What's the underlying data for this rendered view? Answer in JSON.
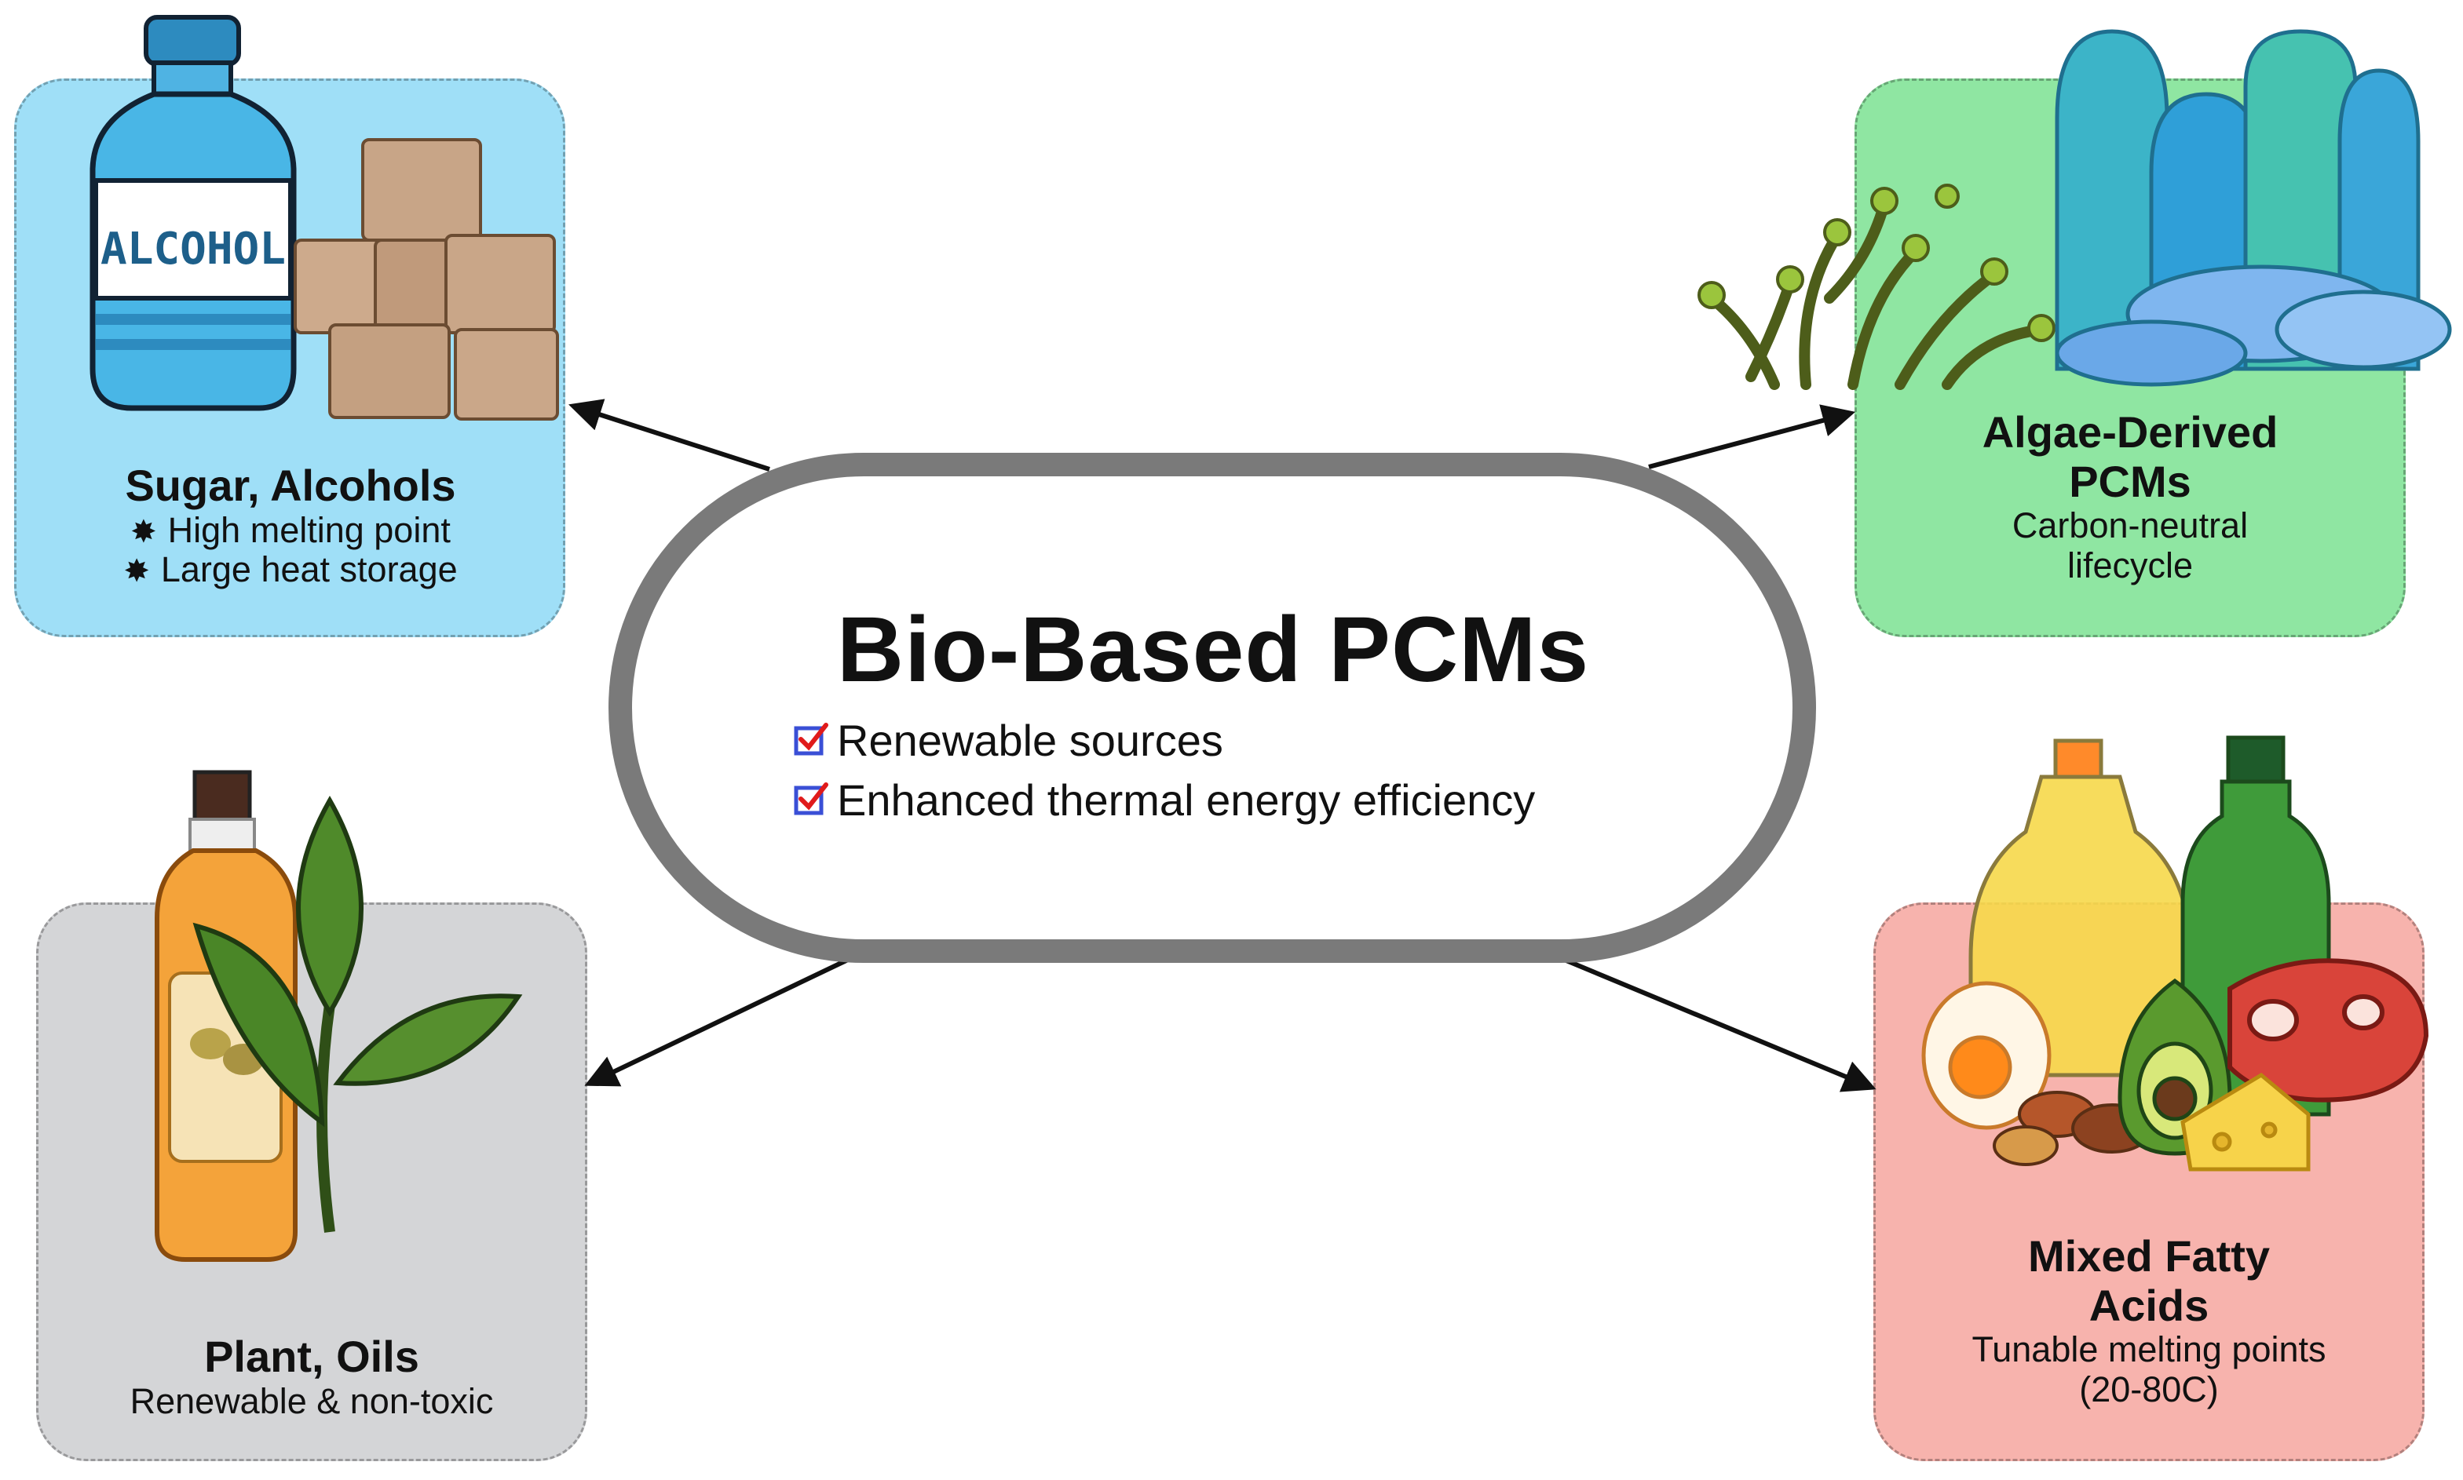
{
  "center": {
    "title": "Bio-Based PCMs",
    "checklist": [
      "Renewable sources",
      "Enhanced thermal energy efficiency"
    ]
  },
  "cards": {
    "sugar": {
      "title": "Sugar, Alcohols",
      "bullets": [
        "High melting point",
        "Large heat storage"
      ],
      "bullet_glyph": "✸",
      "bottle_label": "ALCOHOL"
    },
    "algae": {
      "title_line1": "Algae-Derived",
      "title_line2": "PCMs",
      "desc_line1": "Carbon-neutral",
      "desc_line2": "lifecycle"
    },
    "plant": {
      "title": "Plant, Oils",
      "desc": "Renewable & non-toxic"
    },
    "fatty": {
      "title_line1": "Mixed Fatty",
      "title_line2": "Acids",
      "desc_line1": "Tunable melting points",
      "desc_line2": "(20-80C)"
    }
  },
  "colors": {
    "sugar_bg": "#9fdff7",
    "algae_bg": "#8fe6a2",
    "plant_bg": "#d4d5d7",
    "fatty_bg": "#f7b3ad",
    "ring": "#7a7a7a",
    "check_box": "#3a4fd6",
    "check_mark": "#e01b1b"
  },
  "icons": [
    "alcohol-bottle-icon",
    "sugar-cubes-icon",
    "seaweed-icon",
    "coral-icon",
    "oil-bottle-icon",
    "leaf-sprig-icon",
    "oil-jug-icon",
    "green-bottle-icon",
    "egg-icon",
    "avocado-icon",
    "steak-icon",
    "cheese-icon",
    "nuts-icon",
    "checkbox-icon"
  ]
}
